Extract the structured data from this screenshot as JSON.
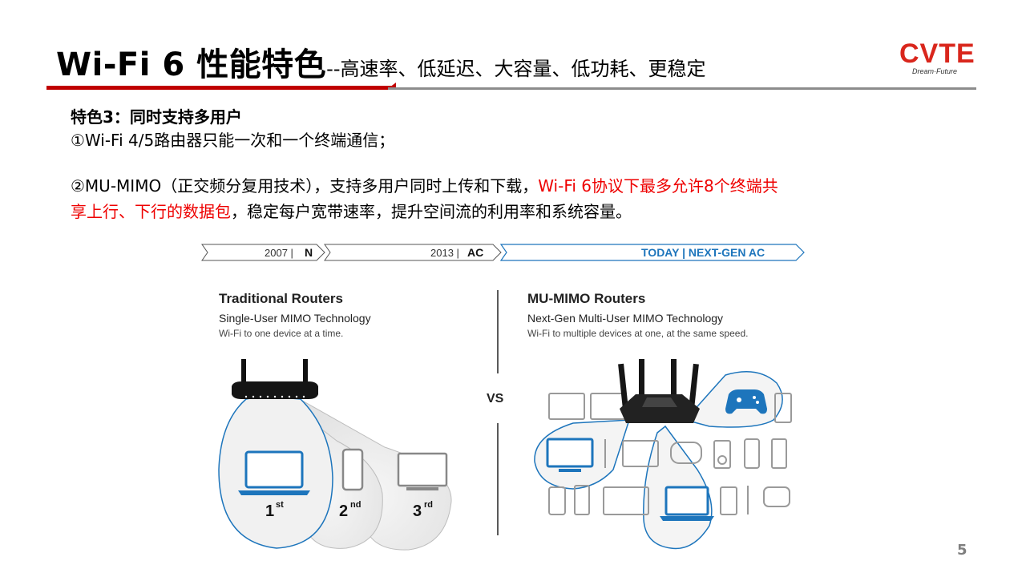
{
  "title": {
    "main": "Wi-Fi 6 性能特色",
    "sub": "--高速率、低延迟、大容量、低功耗、更稳定"
  },
  "logo": {
    "brand": "CVTE",
    "tagline": "Dream·Future"
  },
  "feature": {
    "heading": "特色3：同时支持多用户",
    "point1": "①Wi-Fi 4/5路由器只能一次和一个终端通信；",
    "point2_part1": "②MU-MIMO（正交频分复用技术），支持多用户同时上传和下载，",
    "point2_highlight_a": "Wi-Fi 6协议下最多允许8个终端共",
    "point2_highlight_b": "享上行、下行的数据包",
    "point2_part2": "，稳定每户宽带速率，提升空间流的利用率和系统容量。"
  },
  "figure": {
    "timeline": [
      {
        "year": "2007 |",
        "tag": "N"
      },
      {
        "year": "2013 |",
        "tag": "AC"
      },
      {
        "label": "TODAY | NEXT-GEN AC"
      }
    ],
    "left": {
      "heading": "Traditional Routers",
      "subheading": "Single-User MIMO Technology",
      "caption": "Wi-Fi to one device at a time.",
      "order": [
        {
          "num": "1",
          "suffix": "st"
        },
        {
          "num": "2",
          "suffix": "nd"
        },
        {
          "num": "3",
          "suffix": "rd"
        }
      ]
    },
    "vs": "VS",
    "right": {
      "heading": "MU-MIMO Routers",
      "subheading": "Next-Gen Multi-User MIMO Technology",
      "caption": "Wi-Fi to multiple devices at one, at the same speed."
    },
    "accent": "#1d75bc"
  },
  "page_number": "5"
}
